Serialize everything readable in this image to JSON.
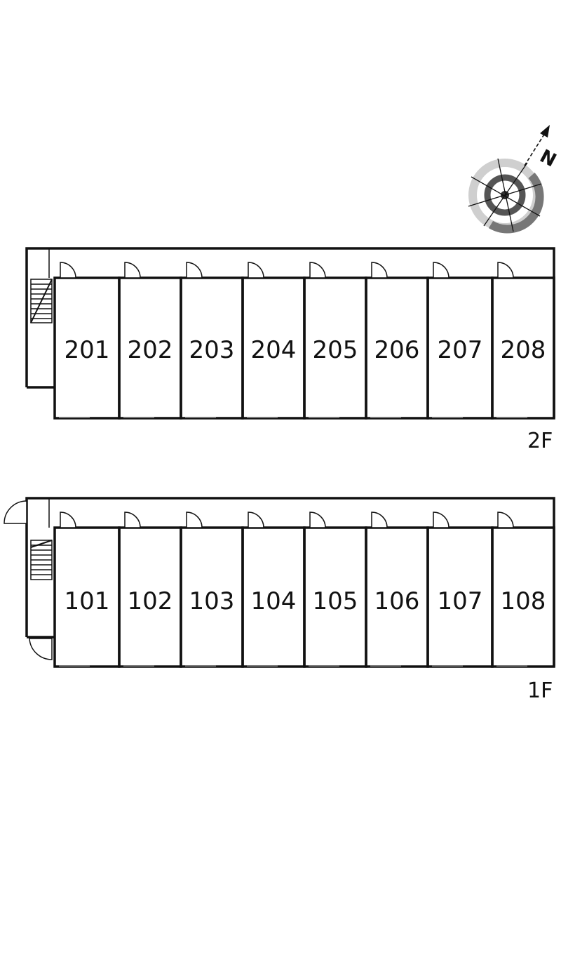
{
  "compass": {
    "north_label": "N",
    "icon": "compass-rose-icon"
  },
  "floors": [
    {
      "label": "2F",
      "units": [
        "201",
        "202",
        "203",
        "204",
        "205",
        "206",
        "207",
        "208"
      ]
    },
    {
      "label": "1F",
      "units": [
        "101",
        "102",
        "103",
        "104",
        "105",
        "106",
        "107",
        "108"
      ]
    }
  ]
}
